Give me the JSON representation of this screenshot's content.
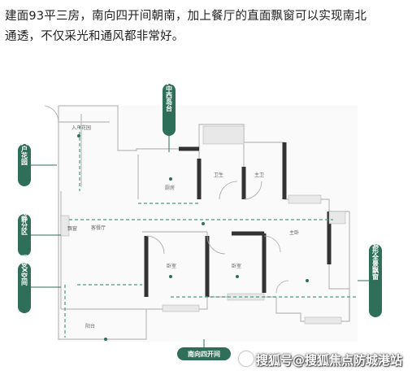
{
  "caption": {
    "line1": "建面93平三房，南向四开间朝南，加上餐厅的直面飘窗可以实现南北",
    "line2": "通透，不仅采光和通风都非常好。"
  },
  "tags": {
    "entry_garden": "入户花园",
    "dynamic_static": "动静分区",
    "view_x": "观变X空间",
    "ldk": "LDK中西岛台",
    "master": "主卧河弧形全景飘窗",
    "south": "南向四开间"
  },
  "rooms": {
    "entry_garden": "入户花园",
    "kitchen": "厨房",
    "bath1": "卫生",
    "bath2": "主卫",
    "living": "客餐厅",
    "bay": "飘窗",
    "bedroom1": "卧室",
    "bedroom2": "卧室",
    "master": "主卧",
    "balcony": "阳台"
  },
  "colors": {
    "tag_green": "#2f6f5a",
    "wall": "#333333",
    "dash": "#4a9a7e"
  },
  "watermark": {
    "text": "搜狐号@搜狐焦点防城港站"
  }
}
